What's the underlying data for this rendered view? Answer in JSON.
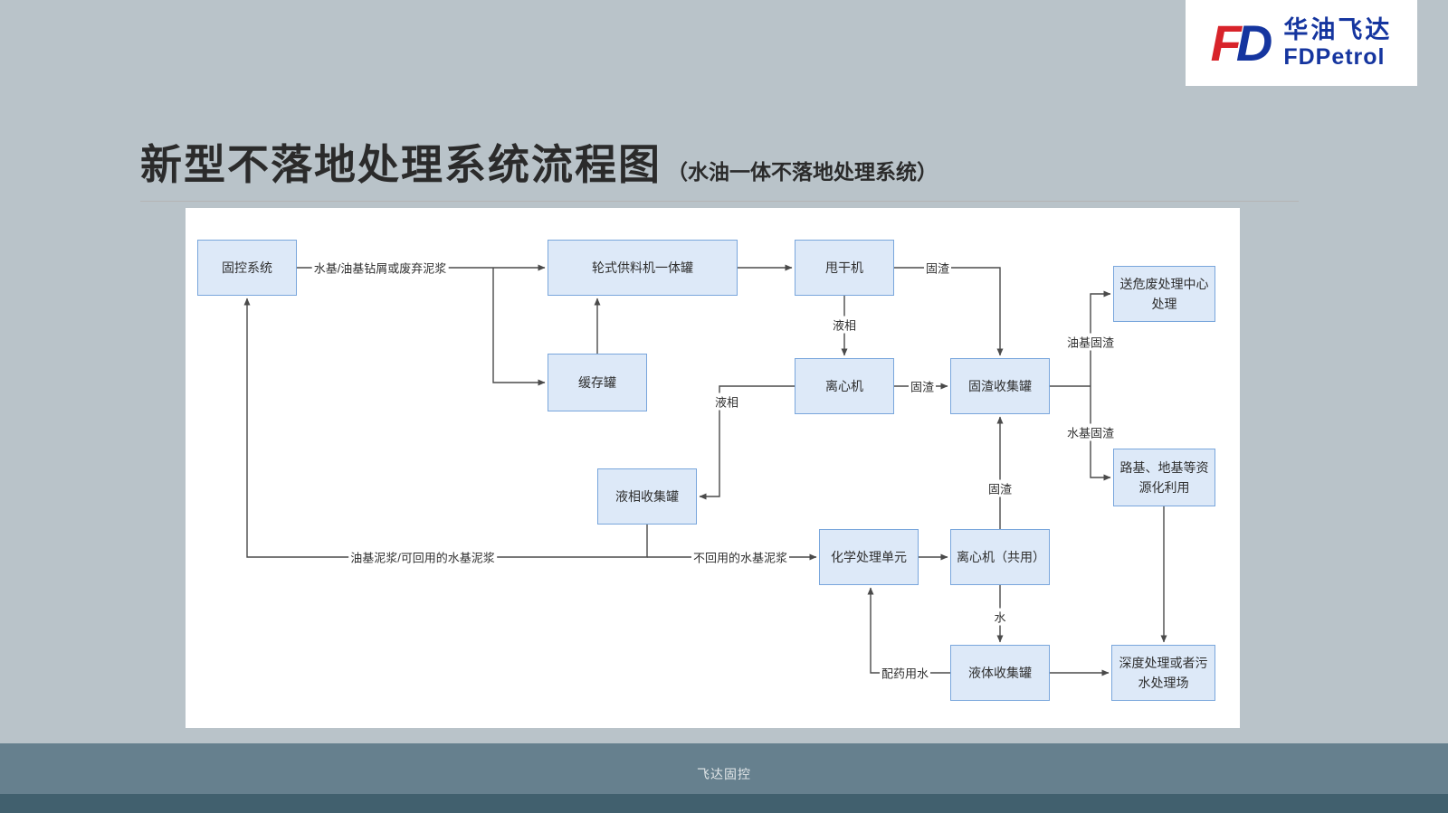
{
  "logo": {
    "mark_f": "F",
    "mark_d": "D",
    "name_cn": "华油飞达",
    "name_en": "FDPetrol",
    "red": "#d8232a",
    "blue": "#15359f"
  },
  "title": {
    "main": "新型不落地处理系统流程图",
    "sub": "（水油一体不落地处理系统）"
  },
  "footer": {
    "text": "飞达固控"
  },
  "flowchart": {
    "node_fill": "#dde9f8",
    "node_border": "#79a6dc",
    "line_color": "#4a4a4a",
    "nodes": [
      {
        "id": "solids-control-system",
        "label": "固控系统"
      },
      {
        "id": "wheel-feeder-tank",
        "label": "轮式供料机一体罐"
      },
      {
        "id": "dryer",
        "label": "甩干机"
      },
      {
        "id": "buffer-tank",
        "label": "缓存罐"
      },
      {
        "id": "centrifuge",
        "label": "离心机"
      },
      {
        "id": "solid-residue-collection-tank",
        "label": "固渣收集罐"
      },
      {
        "id": "hazardous-waste-center",
        "label": "送危废处理中心处理"
      },
      {
        "id": "roadbed-resource-reuse",
        "label": "路基、地基等资源化利用"
      },
      {
        "id": "liquid-phase-collection-tank",
        "label": "液相收集罐"
      },
      {
        "id": "chemical-treatment-unit",
        "label": "化学处理单元"
      },
      {
        "id": "shared-centrifuge",
        "label": "离心机（共用）"
      },
      {
        "id": "liquid-collection-tank",
        "label": "液体收集罐"
      },
      {
        "id": "deep-treatment-plant",
        "label": "深度处理或者污水处理场"
      }
    ],
    "edge_labels": [
      {
        "text": "水基/油基钻屑或废弃泥浆"
      },
      {
        "text": "液相"
      },
      {
        "text": "固渣"
      },
      {
        "text": "固渣"
      },
      {
        "text": "液相"
      },
      {
        "text": "油基泥浆/可回用的水基泥浆"
      },
      {
        "text": "不回用的水基泥浆"
      },
      {
        "text": "固渣"
      },
      {
        "text": "水"
      },
      {
        "text": "配药用水"
      },
      {
        "text": "油基固渣"
      },
      {
        "text": "水基固渣"
      }
    ],
    "edges": [
      {
        "from": "固控系统",
        "to": "轮式供料机一体罐",
        "label": "水基/油基钻屑或废弃泥浆"
      },
      {
        "from": "固控系统",
        "to": "缓存罐",
        "label": "水基/油基钻屑或废弃泥浆"
      },
      {
        "from": "缓存罐",
        "to": "轮式供料机一体罐",
        "label": ""
      },
      {
        "from": "轮式供料机一体罐",
        "to": "甩干机",
        "label": ""
      },
      {
        "from": "甩干机",
        "to": "离心机",
        "label": "液相"
      },
      {
        "from": "甩干机",
        "to": "固渣收集罐",
        "label": "固渣"
      },
      {
        "from": "离心机",
        "to": "固渣收集罐",
        "label": "固渣"
      },
      {
        "from": "离心机",
        "to": "液相收集罐",
        "label": "液相"
      },
      {
        "from": "液相收集罐",
        "to": "固控系统",
        "label": "油基泥浆/可回用的水基泥浆"
      },
      {
        "from": "液相收集罐",
        "to": "化学处理单元",
        "label": "不回用的水基泥浆"
      },
      {
        "from": "化学处理单元",
        "to": "离心机（共用）",
        "label": ""
      },
      {
        "from": "离心机（共用）",
        "to": "固渣收集罐",
        "label": "固渣"
      },
      {
        "from": "离心机（共用）",
        "to": "液体收集罐",
        "label": "水"
      },
      {
        "from": "液体收集罐",
        "to": "深度处理或者污水处理场",
        "label": ""
      },
      {
        "from": "液体收集罐",
        "to": "化学处理单元",
        "label": "配药用水"
      },
      {
        "from": "固渣收集罐",
        "to": "送危废处理中心处理",
        "label": "油基固渣"
      },
      {
        "from": "固渣收集罐",
        "to": "路基、地基等资源化利用",
        "label": "水基固渣"
      },
      {
        "from": "路基、地基等资源化利用",
        "to": "深度处理或者污水处理场",
        "label": ""
      }
    ]
  }
}
